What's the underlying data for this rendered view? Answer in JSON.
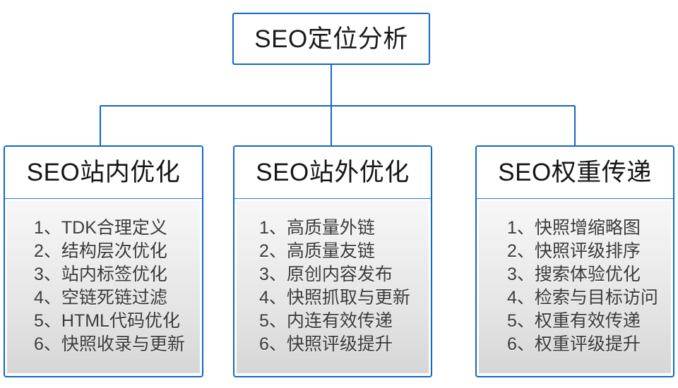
{
  "diagram": {
    "type": "hierarchy",
    "root": {
      "title": "SEO定位分析"
    },
    "branches": [
      {
        "title": "SEO站内优化",
        "items": [
          "1、TDK合理定义",
          "2、结构层次优化",
          "3、站内标签优化",
          "4、空链死链过滤",
          "5、HTML代码优化",
          "6、快照收录与更新"
        ]
      },
      {
        "title": "SEO站外优化",
        "items": [
          "1、高质量外链",
          "2、高质量友链",
          "3、原创内容发布",
          "4、快照抓取与更新",
          "5、内连有效传递",
          "6、快照评级提升"
        ]
      },
      {
        "title": "SEO权重传递",
        "items": [
          "1、快照增缩略图",
          "2、快照评级排序",
          "3、搜索体验优化",
          "4、检索与目标访问",
          "5、权重有效传递",
          "6、权重评级提升"
        ]
      }
    ],
    "colors": {
      "border": "#1268c3",
      "connector": "#1268c3",
      "root_title_text": "#1a1a1a",
      "branch_title_text": "#151515",
      "item_text": "#3a3a3a",
      "panel_top": "#f7f7f7",
      "panel_bottom": "#d6d6d6",
      "background": "#ffffff"
    }
  }
}
